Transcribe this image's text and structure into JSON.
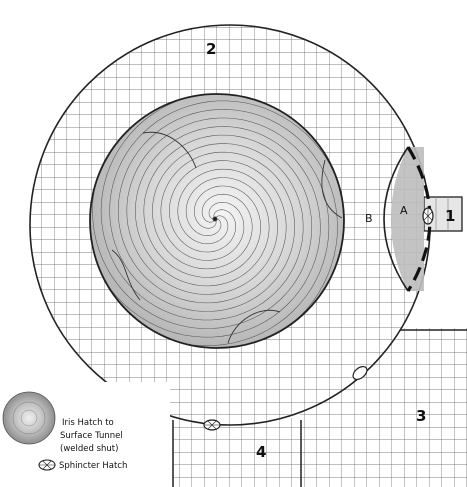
{
  "map": {
    "rooms": {
      "r1": "1",
      "r2": "2",
      "r3": "3",
      "r4": "4"
    },
    "areas": {
      "a": "A",
      "b": "B"
    },
    "legend": {
      "iris_line1": "Iris Hatch to",
      "iris_line2": "Surface Tunnel",
      "iris_line3": "(welded shut)",
      "sphincter": "Sphincter Hatch"
    },
    "colors": {
      "ink": "#222222",
      "grid": "#555555",
      "floor": "#ffffff",
      "pool": "#b9b9b9",
      "pool_center": "#f2f2f2"
    }
  }
}
